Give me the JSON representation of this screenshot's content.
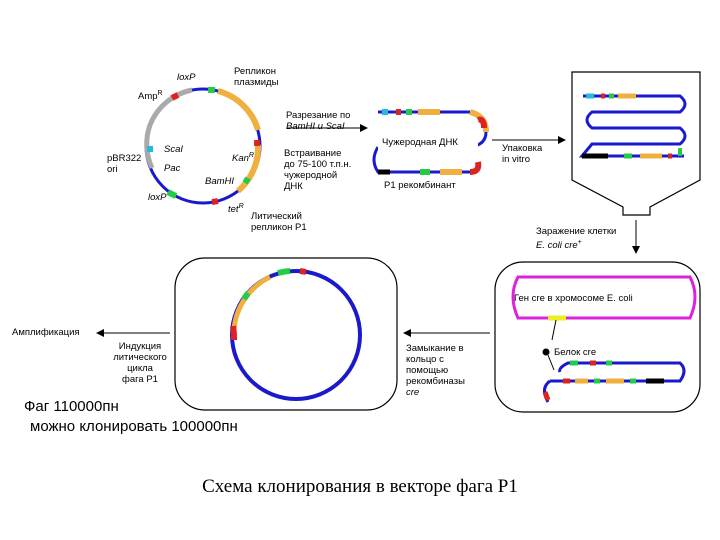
{
  "labels": {
    "ampR": "Amp",
    "ampR_sup": "R",
    "loxP_top": "loxP",
    "replicon_line1": "Репликон",
    "replicon_line2": "плазмиды",
    "sca1_left": "ScaI",
    "pbr322_line1": "pBR322",
    "pbr322_line2": "ori",
    "pac": "Pac",
    "loxP_bottom": "loxP",
    "kanR": "Kan",
    "kanR_sup": "R",
    "bamhi": "BamHI",
    "tetR": "tet",
    "tetR_sup": "R",
    "lytic_line1": "Литический",
    "lytic_line2": "репликон P1",
    "cut_line1": "Разрезание по",
    "cut_line2": "BamHI и ScaI",
    "insert_line1": "Встраивание",
    "insert_line2": "до 75-100 т.п.н.",
    "insert_line3": "чужеродной",
    "insert_line4": "ДНК",
    "foreign_dna": "Чужеродная ДНК",
    "p1_recombinant": "P1 рекомбинант",
    "packaging_line1": "Упаковка",
    "packaging_line2": "in vitro",
    "infection_line1": "Заражение клетки",
    "infection_line2": "E. coli cre",
    "infection_sup": "+",
    "cre_gene": "Ген cre в хромосоме E. coli",
    "cre_protein": "Белок cre",
    "circ_line1": "Замыкание в",
    "circ_line2": "кольцо с",
    "circ_line3": "помощью",
    "circ_line4": "рекомбиназы",
    "circ_line5": "cre",
    "induction_line1": "Индукция",
    "induction_line2": "литического",
    "induction_line3": "цикла",
    "induction_line4": "фага P1",
    "amplification": "Амплификация",
    "phage_size": "Фаг 110000пн",
    "clone_size": "можно клонировать 100000пн"
  },
  "caption": "Схема клонирования в векторе фага P1",
  "colors": {
    "dna_blue": "#1a1acc",
    "orange": "#f0b040",
    "green": "#22cc44",
    "red": "#dd2222",
    "cyan": "#22bbdd",
    "grey": "#aaaaaa",
    "magenta": "#dd22dd",
    "yellow": "#eeee22",
    "black": "#000000"
  }
}
